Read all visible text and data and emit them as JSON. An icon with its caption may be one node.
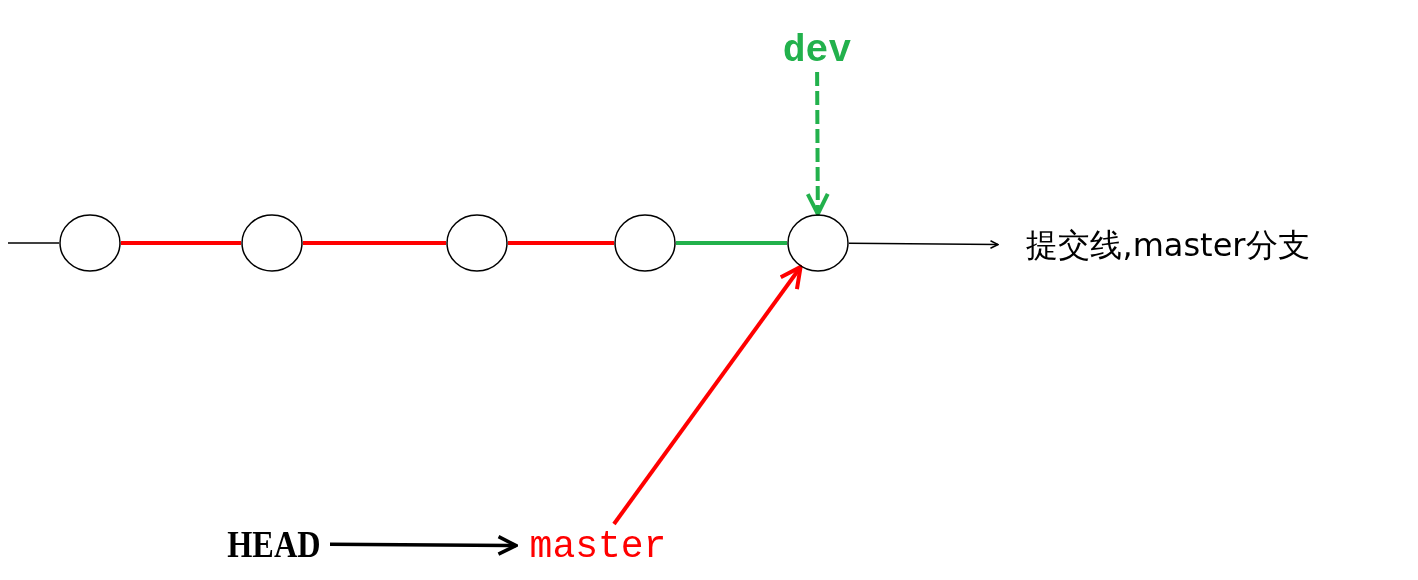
{
  "diagram": {
    "nodes": [
      {
        "text": [
          "dev"
        ]
      },
      {
        "text": [],
        "shape": "circle"
      },
      {
        "text": [],
        "shape": "circle"
      },
      {
        "text": [],
        "shape": "circle"
      },
      {
        "text": [],
        "shape": "circle"
      },
      {
        "text": [],
        "shape": "circle"
      },
      {
        "text": [
          "提交线,master分支"
        ]
      },
      {
        "text": [
          "HEAD"
        ]
      },
      {
        "text": [
          "master"
        ]
      }
    ],
    "edges": [
      {
        "from": null,
        "to": 1,
        "arrow": "none",
        "color": "#000000"
      },
      {
        "from": 1,
        "to": 2,
        "arrow": "none",
        "color": "#ff0000"
      },
      {
        "from": 2,
        "to": 3,
        "arrow": "none",
        "color": "#ff0000"
      },
      {
        "from": 3,
        "to": 4,
        "arrow": "none",
        "color": "#ff0000"
      },
      {
        "from": 4,
        "to": 5,
        "arrow": "none",
        "color": "#22b14c"
      },
      {
        "from": 5,
        "to": 6,
        "arrow": "to",
        "color": "#000000"
      },
      {
        "from": 0,
        "to": 5,
        "arrow": "to",
        "style": "dashed",
        "color": "#22b14c"
      },
      {
        "from": 8,
        "to": 5,
        "arrow": "to",
        "color": "#ff0000"
      },
      {
        "from": 7,
        "to": 8,
        "arrow": "to",
        "color": "#000000"
      }
    ]
  }
}
